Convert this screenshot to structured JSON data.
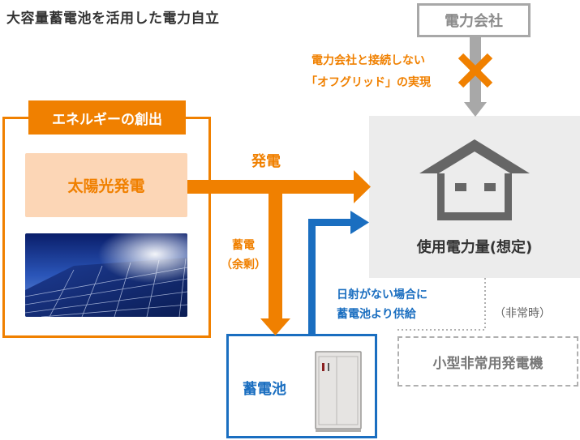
{
  "title": "大容量蓄電池を活用した電力自立",
  "power_company": "電力会社",
  "offgrid_note": {
    "line1": "電力会社と接続しない",
    "line2": "「オフグリッド」の実現"
  },
  "generation": {
    "label": "エネルギーの創出",
    "solar": "太陽光発電"
  },
  "flows": {
    "generation": "発電",
    "storage_line1": "蓄電",
    "storage_line2": "（余剰）",
    "supply_line1": "日射がない場合に",
    "supply_line2": "蓄電池より供給"
  },
  "house": {
    "label": "使用電力量(想定)"
  },
  "battery": {
    "label": "蓄電池"
  },
  "emergency": {
    "note": "（非常時）",
    "generator": "小型非常用発電機"
  },
  "colors": {
    "orange": "#f08000",
    "blue": "#1a6ec0",
    "gray": "#a8a8a8",
    "house_bg": "#ececec",
    "solar_bg": "#fcd6b6"
  },
  "icons": [
    "cross-icon",
    "house-icon",
    "solar-panel-icon",
    "battery-cabinet-icon"
  ]
}
